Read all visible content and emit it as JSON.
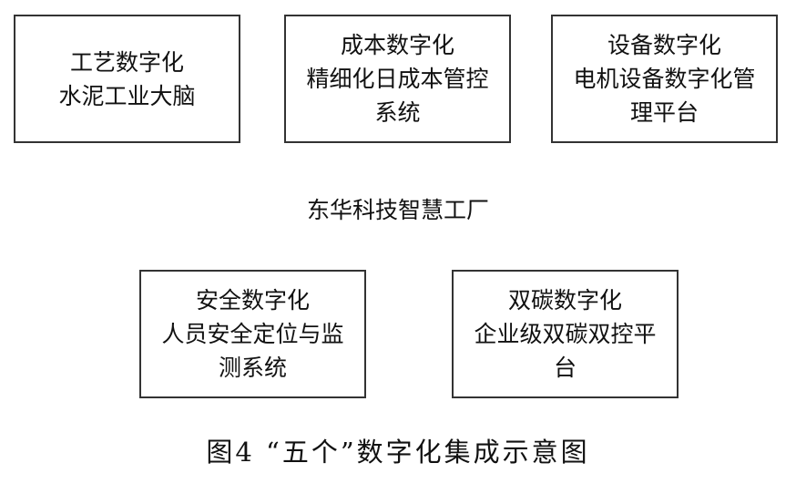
{
  "boxes": {
    "craft": {
      "lines": [
        "工艺数字化",
        "水泥工业大脑"
      ]
    },
    "cost": {
      "lines": [
        "成本数字化",
        "精细化日成本管控",
        "系统"
      ]
    },
    "equipment": {
      "lines": [
        "设备数字化",
        "电机设备数字化管",
        "理平台"
      ]
    },
    "safety": {
      "lines": [
        "安全数字化",
        "人员安全定位与监",
        "测系统"
      ]
    },
    "carbon": {
      "lines": [
        "双碳数字化",
        "企业级双碳双控平",
        "台"
      ]
    }
  },
  "center_label": "东华科技智慧工厂",
  "caption": "图4 “五个”数字化集成示意图"
}
